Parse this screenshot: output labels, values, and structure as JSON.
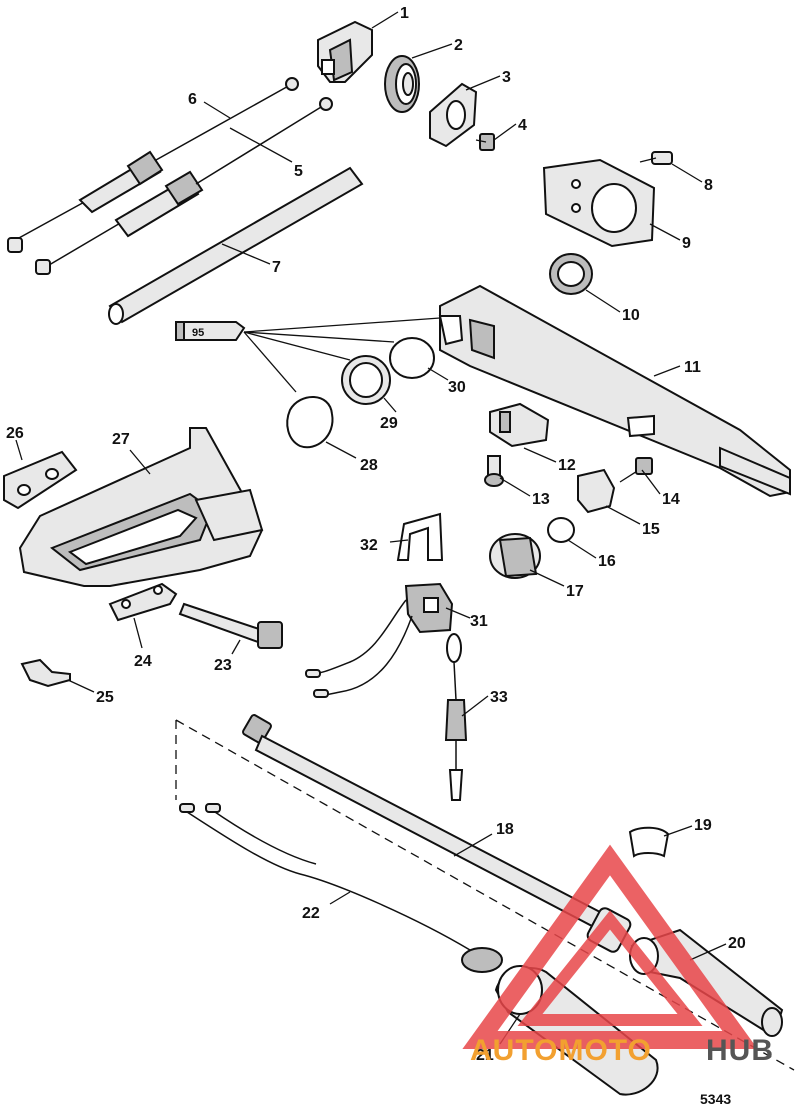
{
  "callouts": [
    {
      "id": "1",
      "label": "1"
    },
    {
      "id": "2",
      "label": "2"
    },
    {
      "id": "3",
      "label": "3"
    },
    {
      "id": "4",
      "label": "4"
    },
    {
      "id": "5",
      "label": "5"
    },
    {
      "id": "6",
      "label": "6"
    },
    {
      "id": "7",
      "label": "7"
    },
    {
      "id": "8",
      "label": "8"
    },
    {
      "id": "9",
      "label": "9"
    },
    {
      "id": "10",
      "label": "10"
    },
    {
      "id": "11",
      "label": "11"
    },
    {
      "id": "12",
      "label": "12"
    },
    {
      "id": "13",
      "label": "13"
    },
    {
      "id": "14",
      "label": "14"
    },
    {
      "id": "15",
      "label": "15"
    },
    {
      "id": "16",
      "label": "16"
    },
    {
      "id": "17",
      "label": "17"
    },
    {
      "id": "18",
      "label": "18"
    },
    {
      "id": "19",
      "label": "19"
    },
    {
      "id": "20",
      "label": "20"
    },
    {
      "id": "21",
      "label": "21"
    },
    {
      "id": "22",
      "label": "22"
    },
    {
      "id": "23",
      "label": "23"
    },
    {
      "id": "24",
      "label": "24"
    },
    {
      "id": "25",
      "label": "25"
    },
    {
      "id": "26",
      "label": "26"
    },
    {
      "id": "27",
      "label": "27"
    },
    {
      "id": "28",
      "label": "28"
    },
    {
      "id": "29",
      "label": "29"
    },
    {
      "id": "30",
      "label": "30"
    },
    {
      "id": "31",
      "label": "31"
    },
    {
      "id": "32",
      "label": "32"
    },
    {
      "id": "33",
      "label": "33"
    }
  ],
  "lubricant_tube_label": "95",
  "figure_number": "5343",
  "watermark": {
    "text_part1": "AUTOMOTO",
    "text_part2": "HUB",
    "color_primary": "#f2a030",
    "color_secondary": "#555555",
    "logo_color": "#e8474a"
  }
}
